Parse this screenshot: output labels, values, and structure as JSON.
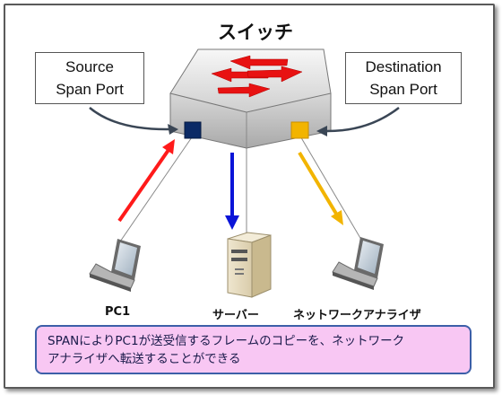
{
  "diagram": {
    "title": "スイッチ",
    "source_callout": {
      "line1": "Source",
      "line2": "Span Port"
    },
    "destination_callout": {
      "line1": "Destination",
      "line2": "Span Port"
    },
    "devices": {
      "pc1": "PC1",
      "server": "サーバー",
      "analyzer": "ネットワークアナライザ"
    },
    "note": {
      "line1": "SPANによりPC1が送受信するフレームのコピーを、ネットワーク",
      "line2": "アナライザへ転送することができる"
    },
    "colors": {
      "source_port": "#0b2a66",
      "destination_port": "#f2b400",
      "arrow_red": "#ff1a1a",
      "arrow_blue": "#0a14d8",
      "arrow_yellow": "#f2b400",
      "note_background": "#f8c7f3",
      "note_border": "#3c5fa8"
    }
  }
}
